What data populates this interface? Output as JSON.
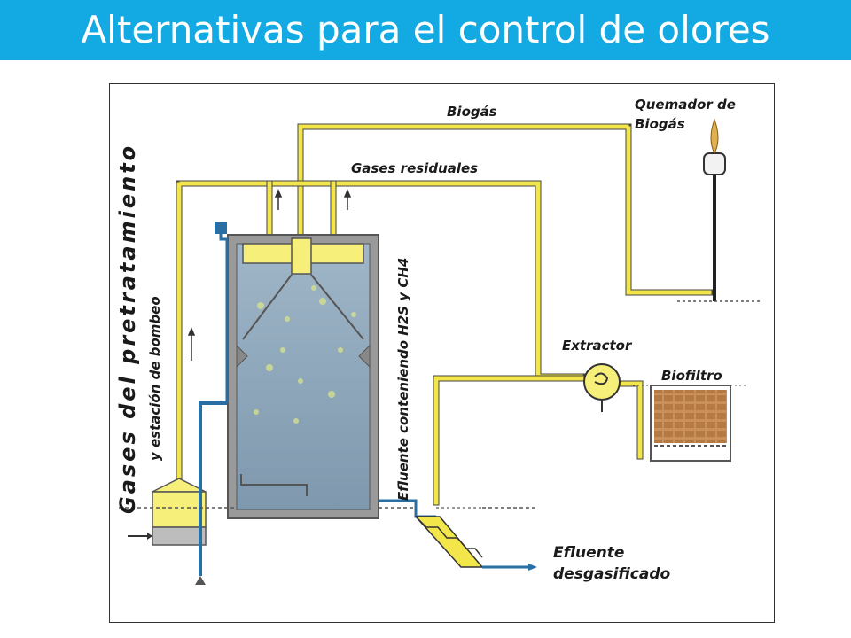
{
  "slide": {
    "title": "Alternativas para el control de olores",
    "accent_color": "#13a9e3"
  },
  "diagram": {
    "labels": {
      "biogas": "Biogás",
      "burner_line1": "Quemador de",
      "burner_line2": "Biogás",
      "residual_gases": "Gases residuales",
      "pretreatment_gases": "Gases del pretratamiento",
      "pumping_station": "y estación de bombeo",
      "effluent_h2s": "Efluente conteniendo H2S y CH4",
      "extractor": "Extractor",
      "biofilter": "Biofiltro",
      "effluent_out_line1": "Efluente",
      "effluent_out_line2": "desgasificado"
    },
    "colors": {
      "gas_line": "#f2e64a",
      "tank_water": "#8fa9bd",
      "tank_wall": "#9a9a9a",
      "water_pipe": "#2a6fa3",
      "biofilter_media": "#c9905a",
      "collector_hood": "#f6ef7a"
    }
  }
}
